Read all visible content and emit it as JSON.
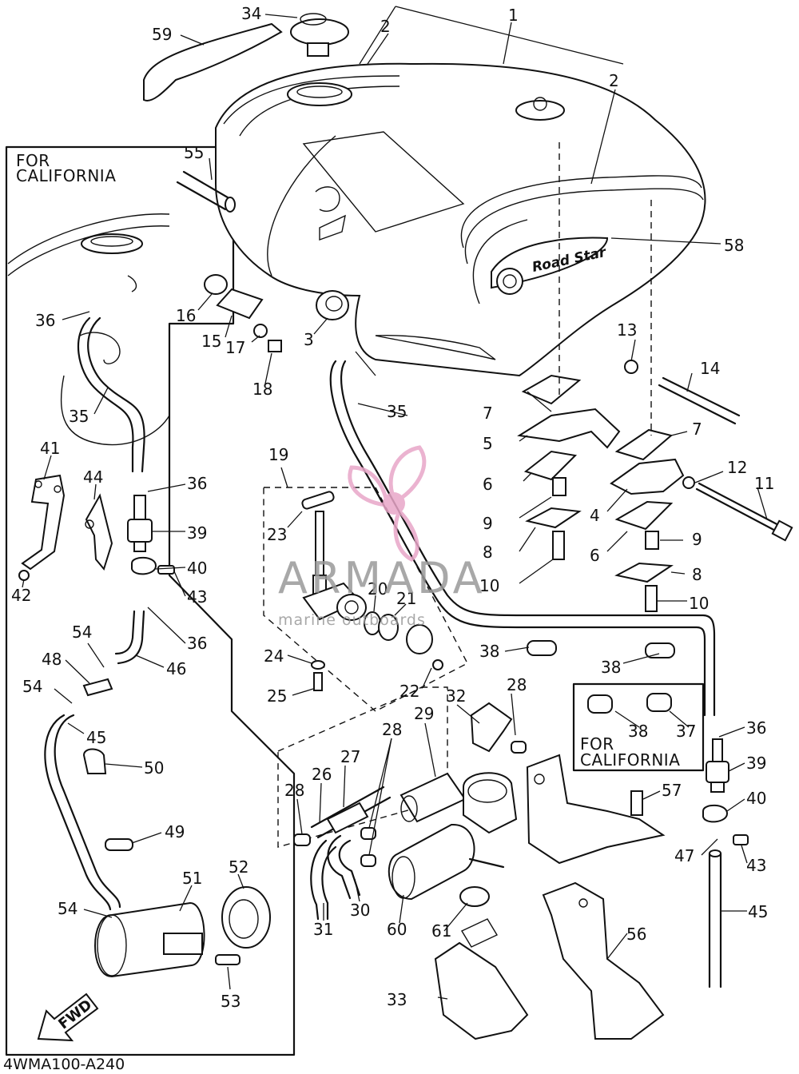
{
  "diagram": {
    "code": "4WMA100-A240",
    "for_california_box_left": [
      "FOR",
      "CALIFORNIA"
    ],
    "for_california_box_right": [
      "FOR",
      "CALIFORNIA"
    ],
    "fwd_label": "FWD",
    "tank_logo_text": "Road Star",
    "callouts": [
      "1",
      "2",
      "2",
      "3",
      "4",
      "5",
      "6",
      "6",
      "7",
      "7",
      "8",
      "8",
      "9",
      "9",
      "10",
      "10",
      "11",
      "12",
      "13",
      "14",
      "15",
      "16",
      "17",
      "18",
      "19",
      "20",
      "21",
      "22",
      "23",
      "24",
      "25",
      "26",
      "27",
      "28",
      "28",
      "28",
      "29",
      "30",
      "31",
      "32",
      "33",
      "34",
      "35",
      "35",
      "36",
      "36",
      "36",
      "36",
      "37",
      "38",
      "38",
      "38",
      "39",
      "39",
      "40",
      "40",
      "41",
      "42",
      "43",
      "43",
      "44",
      "45",
      "45",
      "46",
      "47",
      "48",
      "49",
      "50",
      "51",
      "52",
      "53",
      "54",
      "54",
      "54",
      "55",
      "56",
      "57",
      "58",
      "59",
      "60",
      "61"
    ]
  },
  "watermark": {
    "brand": "ARMADA",
    "tagline": "marine outboards",
    "accent_color": "#e8a6c8"
  }
}
